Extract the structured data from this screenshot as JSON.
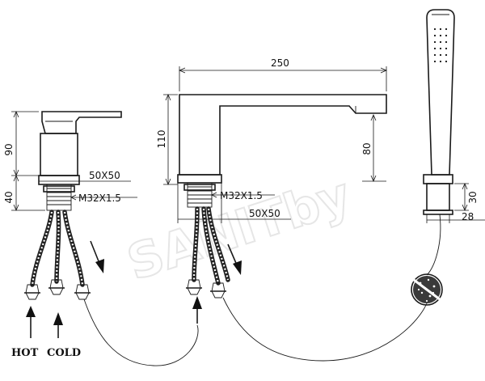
{
  "watermark": "SANITby",
  "mixer": {
    "dim_height_body": "90",
    "dim_height_base": "40",
    "dim_base": "50X50",
    "dim_thread": "M32X1.5"
  },
  "spout": {
    "dim_length": "250",
    "dim_height": "110",
    "dim_outlet_height": "80",
    "dim_thread": "M32X1.5",
    "dim_base": "50X50"
  },
  "shower": {
    "dim_holder_height": "30",
    "dim_holder_width": "28"
  },
  "labels": {
    "hot": "HOT",
    "cold": "COLD"
  }
}
